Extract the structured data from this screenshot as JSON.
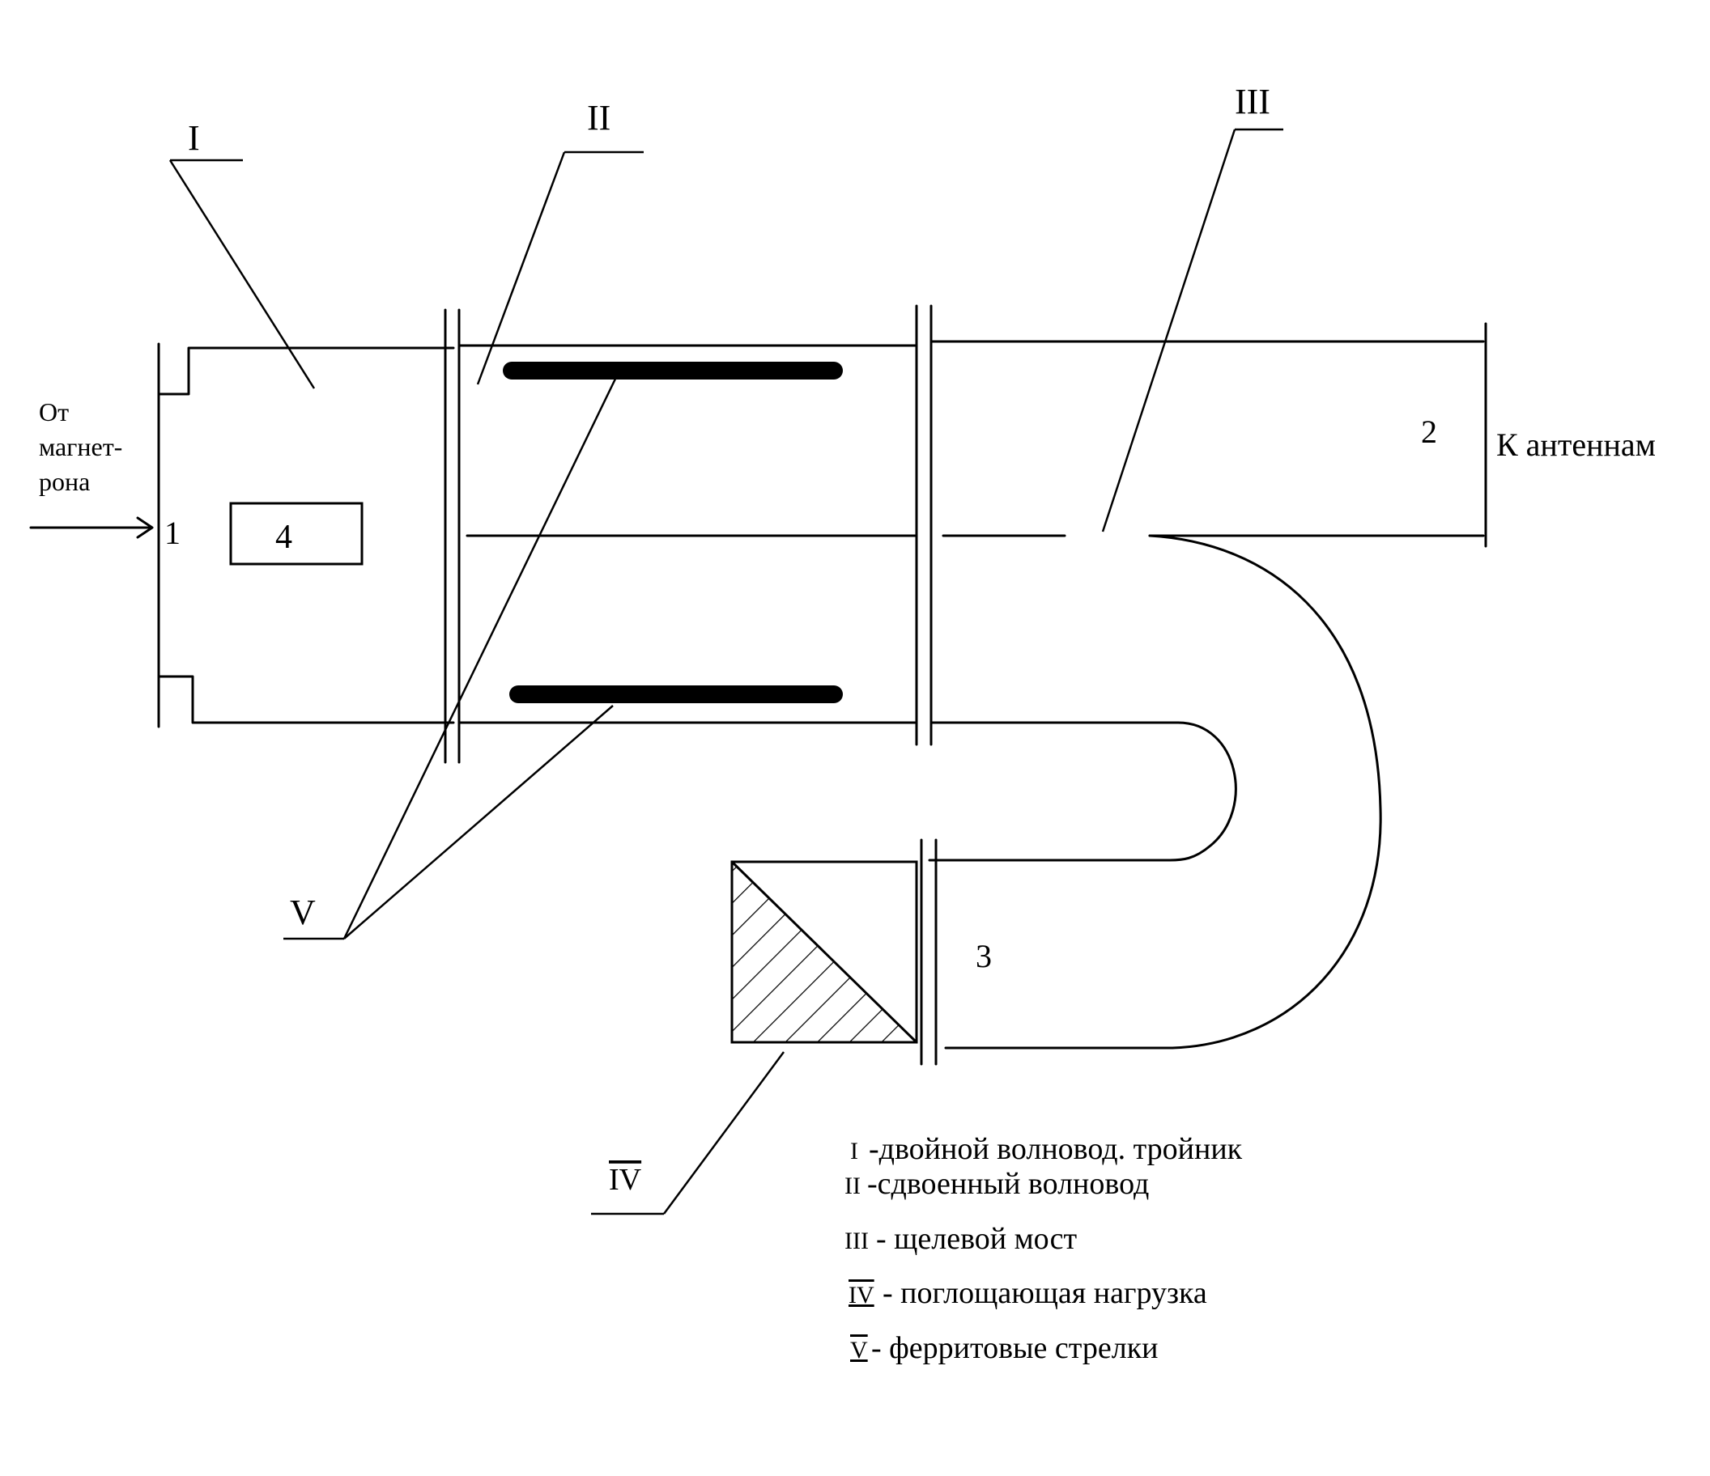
{
  "labels": {
    "part_1": "I",
    "part_2": "II",
    "part_3": "III",
    "part_4": "IV",
    "part_5": "V",
    "from_magnetron": [
      "От",
      "магнет-",
      "рона"
    ],
    "to_antennas": "К антеннам",
    "port_1": "1",
    "port_2": "2",
    "port_3": "3",
    "box_4": "4"
  },
  "legend": [
    {
      "numeral": "I",
      "text": "-двойной волновод. тройник"
    },
    {
      "numeral": "II",
      "text": "-сдвоенный волновод"
    },
    {
      "numeral": "III",
      "text": "- щелевой мост"
    },
    {
      "numeral": "IV",
      "text": "- поглощающая нагрузка"
    },
    {
      "numeral": "V",
      "text": "- ферритовые стрелки"
    }
  ]
}
